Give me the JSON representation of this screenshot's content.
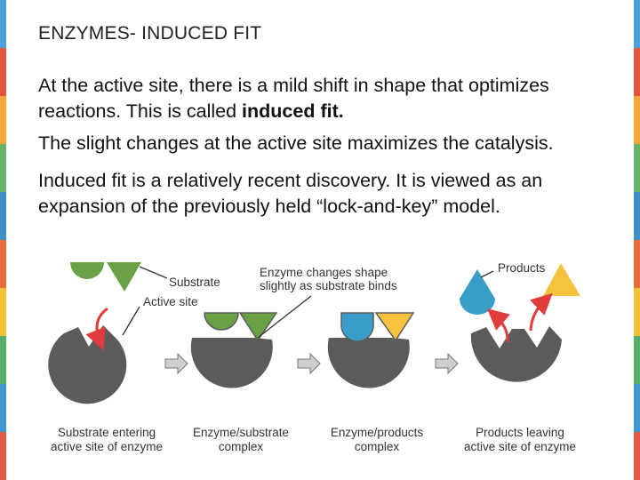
{
  "slide": {
    "title": "ENZYMES- INDUCED FIT",
    "para1_text": "At the active site, there is a mild shift in shape that optimizes reactions. This is called ",
    "para1_bold": "induced fit.",
    "para2": "The slight changes at the active site maximizes the catalysis.",
    "para3": "Induced fit is a relatively recent discovery.  It is viewed as an expansion of the previously held “lock-and-key” model."
  },
  "diagram": {
    "substrate_label": "Substrate",
    "active_site_label": "Active site",
    "change_label_line1": "Enzyme changes shape",
    "change_label_line2": "slightly as substrate binds",
    "products_label": "Products",
    "stage1_line1": "Substrate entering",
    "stage1_line2": "active site of enzyme",
    "stage2_line1": "Enzyme/substrate",
    "stage2_line2": "complex",
    "stage3_line1": "Enzyme/products",
    "stage3_line2": "complex",
    "stage4_line1": "Products leaving",
    "stage4_line2": "active site of enzyme"
  },
  "colors": {
    "enzyme": "#5b5b5b",
    "substrate": "#6aa145",
    "product_blue": "#3a9cc8",
    "product_yellow": "#f6c240",
    "arrow_red": "#e23b3b",
    "edge_palette": [
      "#4aa3d8",
      "#e5563f",
      "#f2a83a",
      "#6bb36b",
      "#3d8fc4",
      "#e86b3a",
      "#f3c13a",
      "#59b06a",
      "#3f98d0",
      "#e35a45"
    ]
  }
}
